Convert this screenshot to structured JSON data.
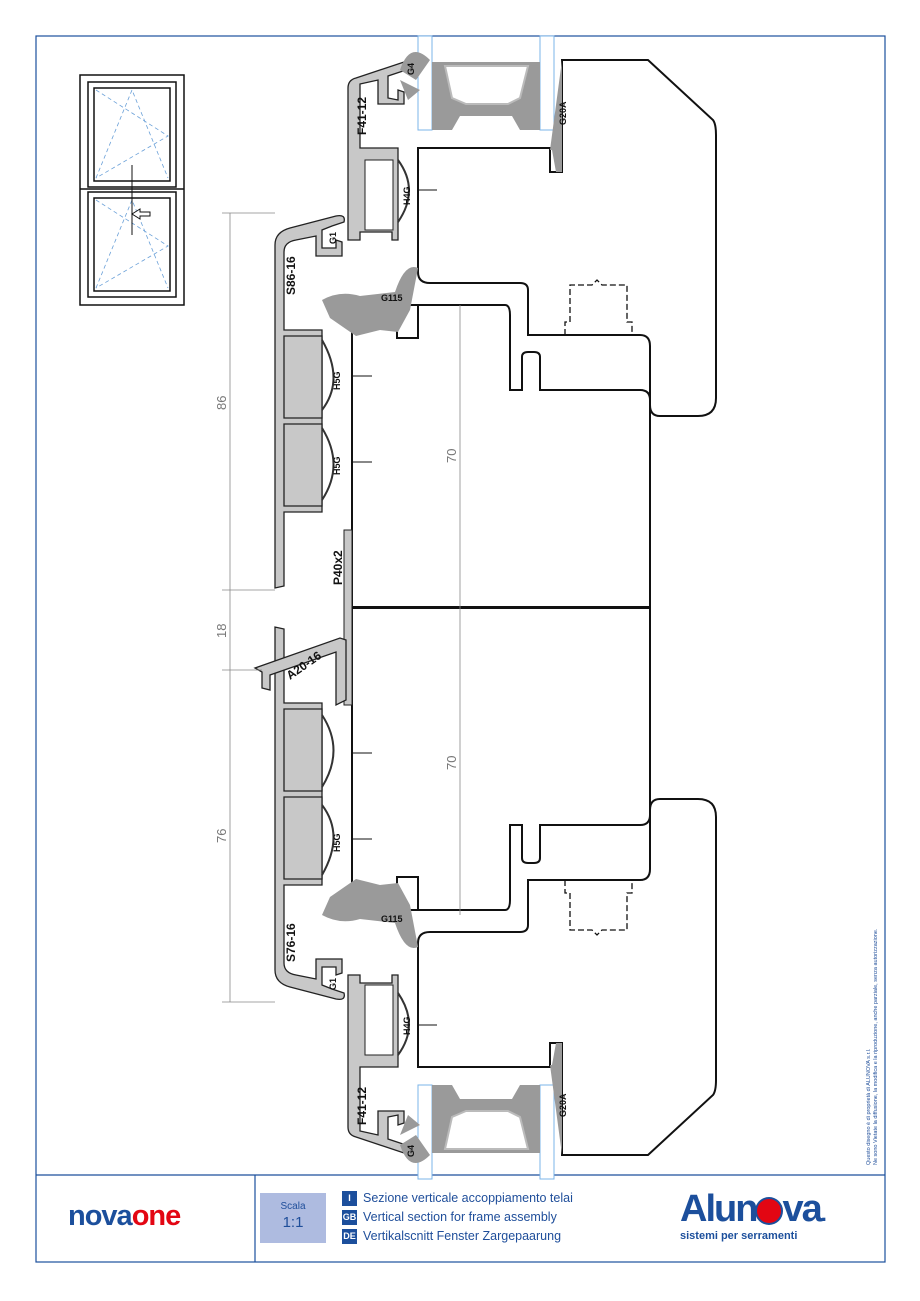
{
  "drawing": {
    "labels_top": {
      "g4": "G4",
      "f41": "F41-12",
      "g20a": "G20A",
      "h4g": "H4G",
      "g1": "G1",
      "s86": "S86-16",
      "g115": "G115",
      "h5g_1": "H5G",
      "h5g_2": "H5G",
      "p40": "P40x2"
    },
    "labels_bottom": {
      "a20": "A20-16",
      "h5g": "H5G",
      "g115": "G115",
      "s76": "S76-16",
      "g1": "G1",
      "h4g": "H4G",
      "f41": "F41-12",
      "g20a": "G20A",
      "g4": "G4"
    },
    "dimensions": {
      "left_top": "86",
      "left_gap": "18",
      "left_bottom": "76",
      "sash_top": "70",
      "sash_bottom": "70"
    },
    "copyright": {
      "line1": "Questo disegno è di proprietà di ALUNOVA s.r.l.",
      "line2": "Ne sono Vietate la diffusione, la modifica e la riproduzione, anche parziale, senza autorizzazione."
    }
  },
  "footer": {
    "product_logo": {
      "part1": "nova",
      "part2": "one",
      "color1": "#1c4f9c",
      "color2": "#e30613"
    },
    "scale": {
      "label": "Scala",
      "value": "1:1"
    },
    "titles": [
      {
        "lang": "I",
        "text": "Sezione verticale accoppiamento telai"
      },
      {
        "lang": "GB",
        "text": "Vertical section for frame assembly"
      },
      {
        "lang": "DE",
        "text": "Vertikalscnitt Fenster Zargepaarung"
      }
    ],
    "brand_logo": {
      "text_left": "Alun",
      "text_right": "va",
      "dot": ".",
      "tagline": "sistemi per serramenti",
      "color": "#1c4f9c",
      "accent": "#e30613"
    }
  }
}
